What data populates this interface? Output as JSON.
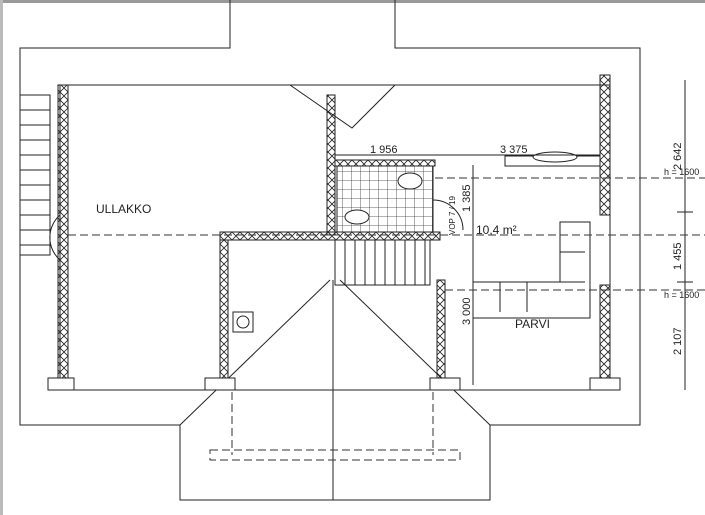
{
  "rooms": {
    "attic": "ULLAKKO",
    "loft": "PARVI",
    "area": "10,4 m²",
    "door": "VOP 7 / 19"
  },
  "dimensions": {
    "bath_width": "1 956",
    "loft_width": "3 375",
    "loft_depth_upper": "1 385",
    "loft_depth": "3 000",
    "right_1": "2 642",
    "right_2": "1 455",
    "right_3": "2 107",
    "height_1": "h = 1600",
    "height_2": "h = 1600"
  }
}
